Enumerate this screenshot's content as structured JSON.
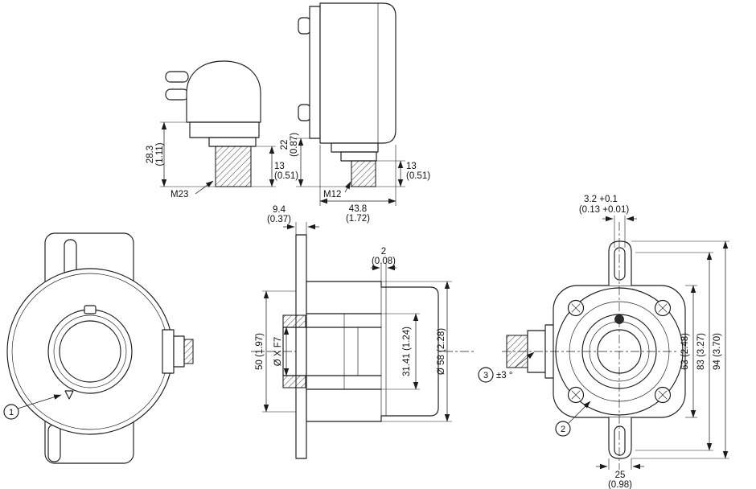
{
  "views": {
    "side_m23": {
      "dim_height": {
        "mm": "28.3",
        "inch": "(1.11)"
      },
      "dim_thread": {
        "mm": "13",
        "inch": "(0.51)"
      },
      "connector": "M23"
    },
    "side_m12": {
      "dim_height": {
        "mm": "22",
        "inch": "(0.87)"
      },
      "dim_thread": {
        "mm": "13",
        "inch": "(0.51)"
      },
      "connector": "M12",
      "dim_width": {
        "mm": "43.8",
        "inch": "(1.72)"
      }
    },
    "front": {
      "callout": "1"
    },
    "section": {
      "dim_offset": {
        "mm": "9.4",
        "inch": "(0.37)"
      },
      "dim_step": {
        "mm": "2",
        "inch": "(0.08)"
      },
      "dim_recess": "50 (1.97)",
      "dim_bore": "Ø X F7",
      "dim_hub": "31.41 (1.24)",
      "dim_housing": "Ø 58 (2.28)"
    },
    "rear": {
      "dim_slot_width": {
        "mm": "3.2 +0.1",
        "inch": "(0.13 +0.01)"
      },
      "dim_flange": "63 (2.48)",
      "dim_tabs": "83 (3.27)",
      "dim_overall": "94 (3.70)",
      "dim_slot_length": {
        "mm": "25",
        "inch": "(0.98)"
      },
      "angle": "±3 °",
      "callout_clamp": "2",
      "callout_angle": "3"
    }
  }
}
